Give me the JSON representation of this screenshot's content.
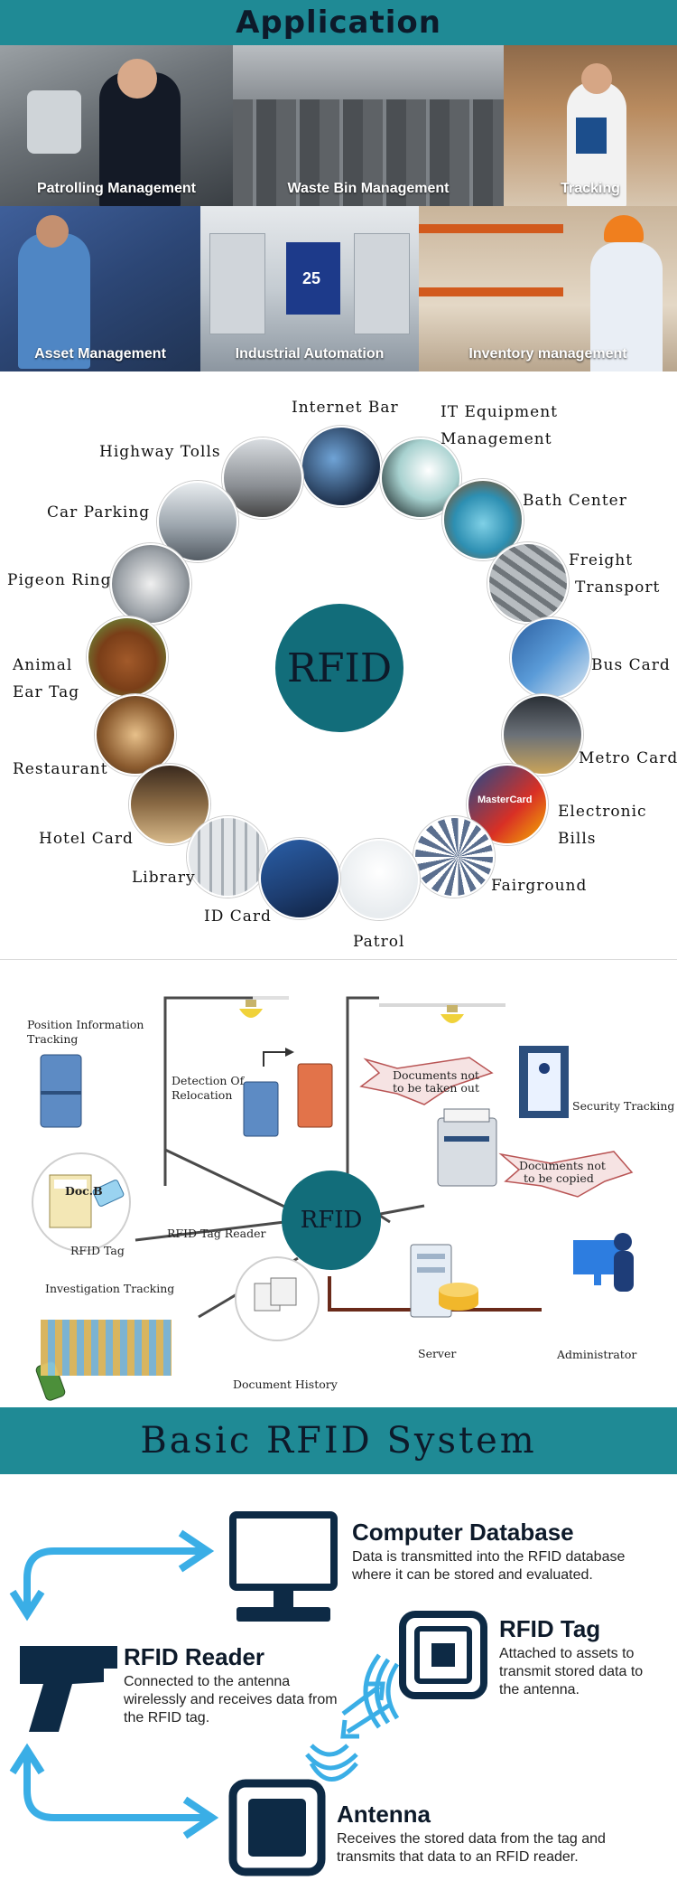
{
  "application": {
    "title": "Application",
    "tiles": [
      {
        "caption": "Patrolling Management"
      },
      {
        "caption": "Waste Bin Management"
      },
      {
        "caption": "Tracking"
      },
      {
        "caption": "Asset Management"
      },
      {
        "caption": "Industrial Automation"
      },
      {
        "caption": "Inventory management"
      }
    ],
    "colors": {
      "banner": "#1f8a95",
      "title": "#0d1a2a"
    }
  },
  "wheel": {
    "center": "RFID",
    "labels": {
      "internet_bar": "Internet Bar",
      "it_equipment_1": "IT Equipment",
      "it_equipment_2": "Management",
      "highway_tolls": "Highway Tolls",
      "bath_center": "Bath Center",
      "car_parking": "Car Parking",
      "freight_1": "Freight",
      "freight_2": "Transport",
      "pigeon_ring": "Pigeon Ring",
      "animal_1": "Animal",
      "animal_2": "Ear Tag",
      "bus_card": "Bus Card",
      "restaurant": "Restaurant",
      "metro_card": "Metro Card",
      "electronic_1": "Electronic",
      "electronic_2": "Bills",
      "hotel_card": "Hotel Card",
      "library": "Library",
      "fairground": "Fairground",
      "id_card": "ID Card",
      "patrol": "Patrol"
    },
    "card_text": "MasterCard",
    "colors": {
      "core": "#126d7a"
    }
  },
  "diagram": {
    "center": "RFID",
    "labels": {
      "position_1": "Position Information",
      "position_2": "Tracking",
      "detection_1": "Detection Of",
      "detection_2": "Relocation",
      "documents_out_1": "Documents not",
      "documents_out_2": "to be taken out",
      "security_tracking": "Security Tracking",
      "documents_copy_1": "Documents not",
      "documents_copy_2": "to be copied",
      "rfid_tag": "RFID Tag",
      "rfid_tag_reader": "RFID Tag Reader",
      "investigation": "Investigation Tracking",
      "document_history": "Document History",
      "server": "Server",
      "administrator": "Administrator",
      "doc_b": "Doc.B"
    }
  },
  "system": {
    "title": "Basic RFID System",
    "computer": {
      "heading": "Computer Database",
      "desc": "Data is transmitted into the RFID database where it can be stored and evaluated."
    },
    "reader": {
      "heading": "RFID Reader",
      "desc": "Connected to the antenna wirelessly and receives data from the RFID tag."
    },
    "tag": {
      "heading": "RFID Tag",
      "desc": "Attached to assets to transmit stored data to the antenna."
    },
    "antenna": {
      "heading": "Antenna",
      "desc": "Receives the stored data from the tag and transmits that data to an RFID reader."
    },
    "colors": {
      "navy": "#0d2a45",
      "arrow": "#3aaee6",
      "banner": "#1f8a95"
    }
  }
}
